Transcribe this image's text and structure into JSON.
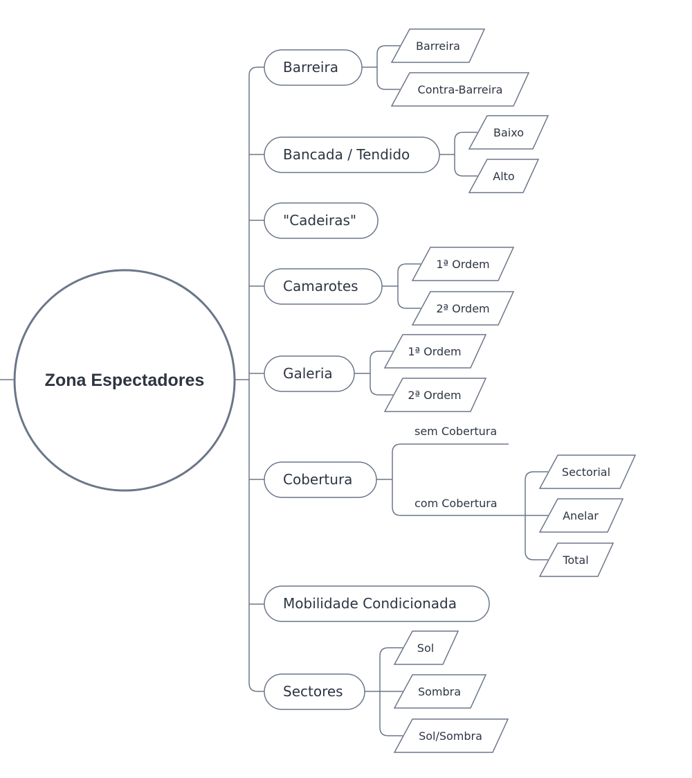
{
  "root": {
    "label": "Zona Espectadores"
  },
  "branches": {
    "barreira": {
      "label": "Barreira",
      "children": [
        "Barreira",
        "Contra-Barreira"
      ]
    },
    "bancada": {
      "label": "Bancada / Tendido",
      "children": [
        "Baixo",
        "Alto"
      ]
    },
    "cadeiras": {
      "label": "\"Cadeiras\""
    },
    "camarotes": {
      "label": "Camarotes",
      "children": [
        "1ª Ordem",
        "2ª Ordem"
      ]
    },
    "galeria": {
      "label": "Galeria",
      "children": [
        "1ª Ordem",
        "2ª Ordem"
      ]
    },
    "cobertura": {
      "label": "Cobertura",
      "sem_cobertura": "sem Cobertura",
      "com_cobertura": "com Cobertura",
      "com_children": [
        "Sectorial",
        "Anelar",
        "Total"
      ]
    },
    "mobilidade": {
      "label": "Mobilidade Condicionada"
    },
    "sectores": {
      "label": "Sectores",
      "children": [
        "Sol",
        "Sombra",
        "Sol/Sombra"
      ]
    }
  }
}
